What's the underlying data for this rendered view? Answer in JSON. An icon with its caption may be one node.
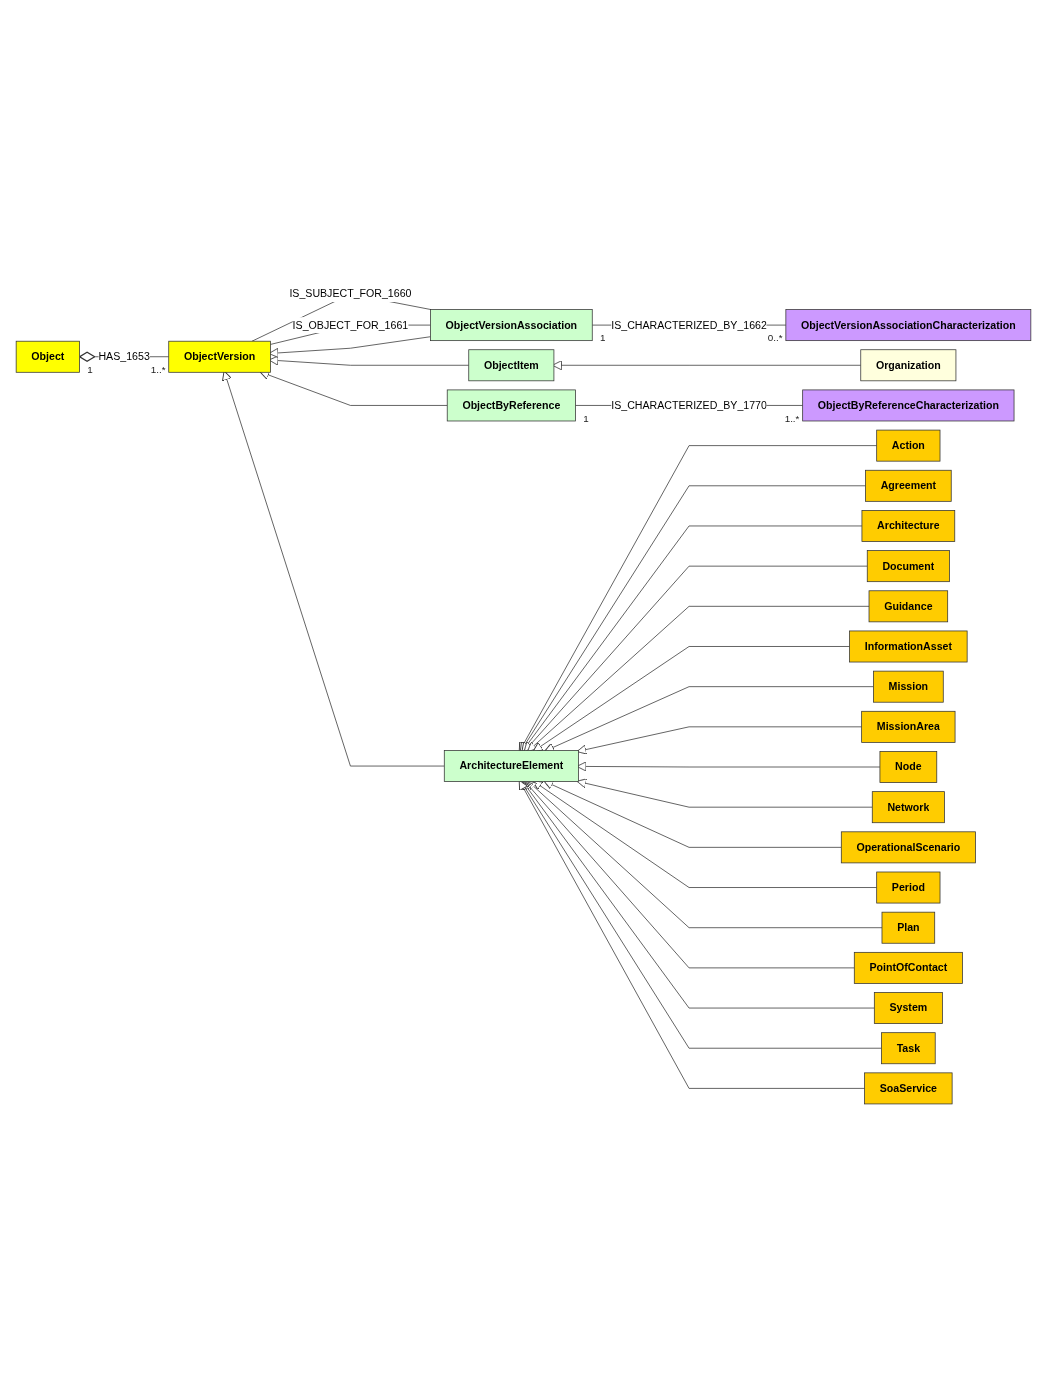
{
  "diagram": {
    "nodes": [
      {
        "text": [
          "ObjectVersion"
        ]
      },
      {
        "text": [
          "Object"
        ]
      },
      {
        "text": [
          "ObjectItem"
        ]
      },
      {
        "text": [
          "ObjectVersionAssociationCharacterization"
        ]
      },
      {
        "text": [
          "Organization"
        ]
      },
      {
        "text": [
          "ObjectVersionAssociation"
        ]
      },
      {
        "text": [
          "ObjectByReference"
        ]
      },
      {
        "text": [
          "ObjectByReferenceCharacterization"
        ]
      },
      {
        "text": [
          "ArchitectureElement"
        ]
      },
      {
        "text": [
          "Action"
        ]
      },
      {
        "text": [
          "Agreement"
        ]
      },
      {
        "text": [
          "Architecture"
        ]
      },
      {
        "text": [
          "Document"
        ]
      },
      {
        "text": [
          "Guidance"
        ]
      },
      {
        "text": [
          "InformationAsset"
        ]
      },
      {
        "text": [
          "Mission"
        ]
      },
      {
        "text": [
          "MissionArea"
        ]
      },
      {
        "text": [
          "Node"
        ]
      },
      {
        "text": [
          "Network"
        ]
      },
      {
        "text": [
          "OperationalScenario"
        ]
      },
      {
        "text": [
          "Period"
        ]
      },
      {
        "text": [
          "Plan"
        ]
      },
      {
        "text": [
          "PointOfContact"
        ]
      },
      {
        "text": [
          "System"
        ]
      },
      {
        "text": [
          "Task"
        ]
      },
      {
        "text": [
          "SoaService"
        ]
      }
    ],
    "edges": [
      {
        "from": 0,
        "to": 1,
        "arrow": "other",
        "label": "HAS_1653"
      },
      {
        "from": 5,
        "to": 0,
        "arrow": "none",
        "label": "IS_SUBJECT_FOR_1660"
      },
      {
        "from": 5,
        "to": 0,
        "arrow": "none",
        "label": "IS_OBJECT_FOR_1661"
      },
      {
        "from": 2,
        "to": 0,
        "arrow": "to"
      },
      {
        "from": 4,
        "to": 2,
        "arrow": "to"
      },
      {
        "from": 5,
        "to": 0,
        "arrow": "to"
      },
      {
        "from": 3,
        "to": 5,
        "arrow": "none",
        "label": "IS_CHARACTERIZED_BY_1662"
      },
      {
        "from": 6,
        "to": 0,
        "arrow": "to"
      },
      {
        "from": 7,
        "to": 6,
        "arrow": "none",
        "label": "IS_CHARACTERIZED_BY_1770"
      },
      {
        "from": 8,
        "to": 0,
        "arrow": "to"
      },
      {
        "from": 9,
        "to": 8,
        "arrow": "to"
      },
      {
        "from": 10,
        "to": 8,
        "arrow": "to"
      },
      {
        "from": 11,
        "to": 8,
        "arrow": "to"
      },
      {
        "from": 12,
        "to": 8,
        "arrow": "to"
      },
      {
        "from": 13,
        "to": 8,
        "arrow": "to"
      },
      {
        "from": 14,
        "to": 8,
        "arrow": "to"
      },
      {
        "from": 15,
        "to": 8,
        "arrow": "to"
      },
      {
        "from": 16,
        "to": 8,
        "arrow": "to"
      },
      {
        "from": 17,
        "to": 8,
        "arrow": "to"
      },
      {
        "from": 18,
        "to": 8,
        "arrow": "to"
      },
      {
        "from": 19,
        "to": 8,
        "arrow": "to"
      },
      {
        "from": 20,
        "to": 8,
        "arrow": "to"
      },
      {
        "from": 21,
        "to": 8,
        "arrow": "to"
      },
      {
        "from": 22,
        "to": 8,
        "arrow": "to"
      },
      {
        "from": 23,
        "to": 8,
        "arrow": "to"
      },
      {
        "from": 24,
        "to": 8,
        "arrow": "to"
      },
      {
        "from": 25,
        "to": 8,
        "arrow": "to"
      }
    ],
    "labels": [
      "1..*",
      "1",
      "0..*",
      "1",
      "1",
      "1..*"
    ]
  }
}
